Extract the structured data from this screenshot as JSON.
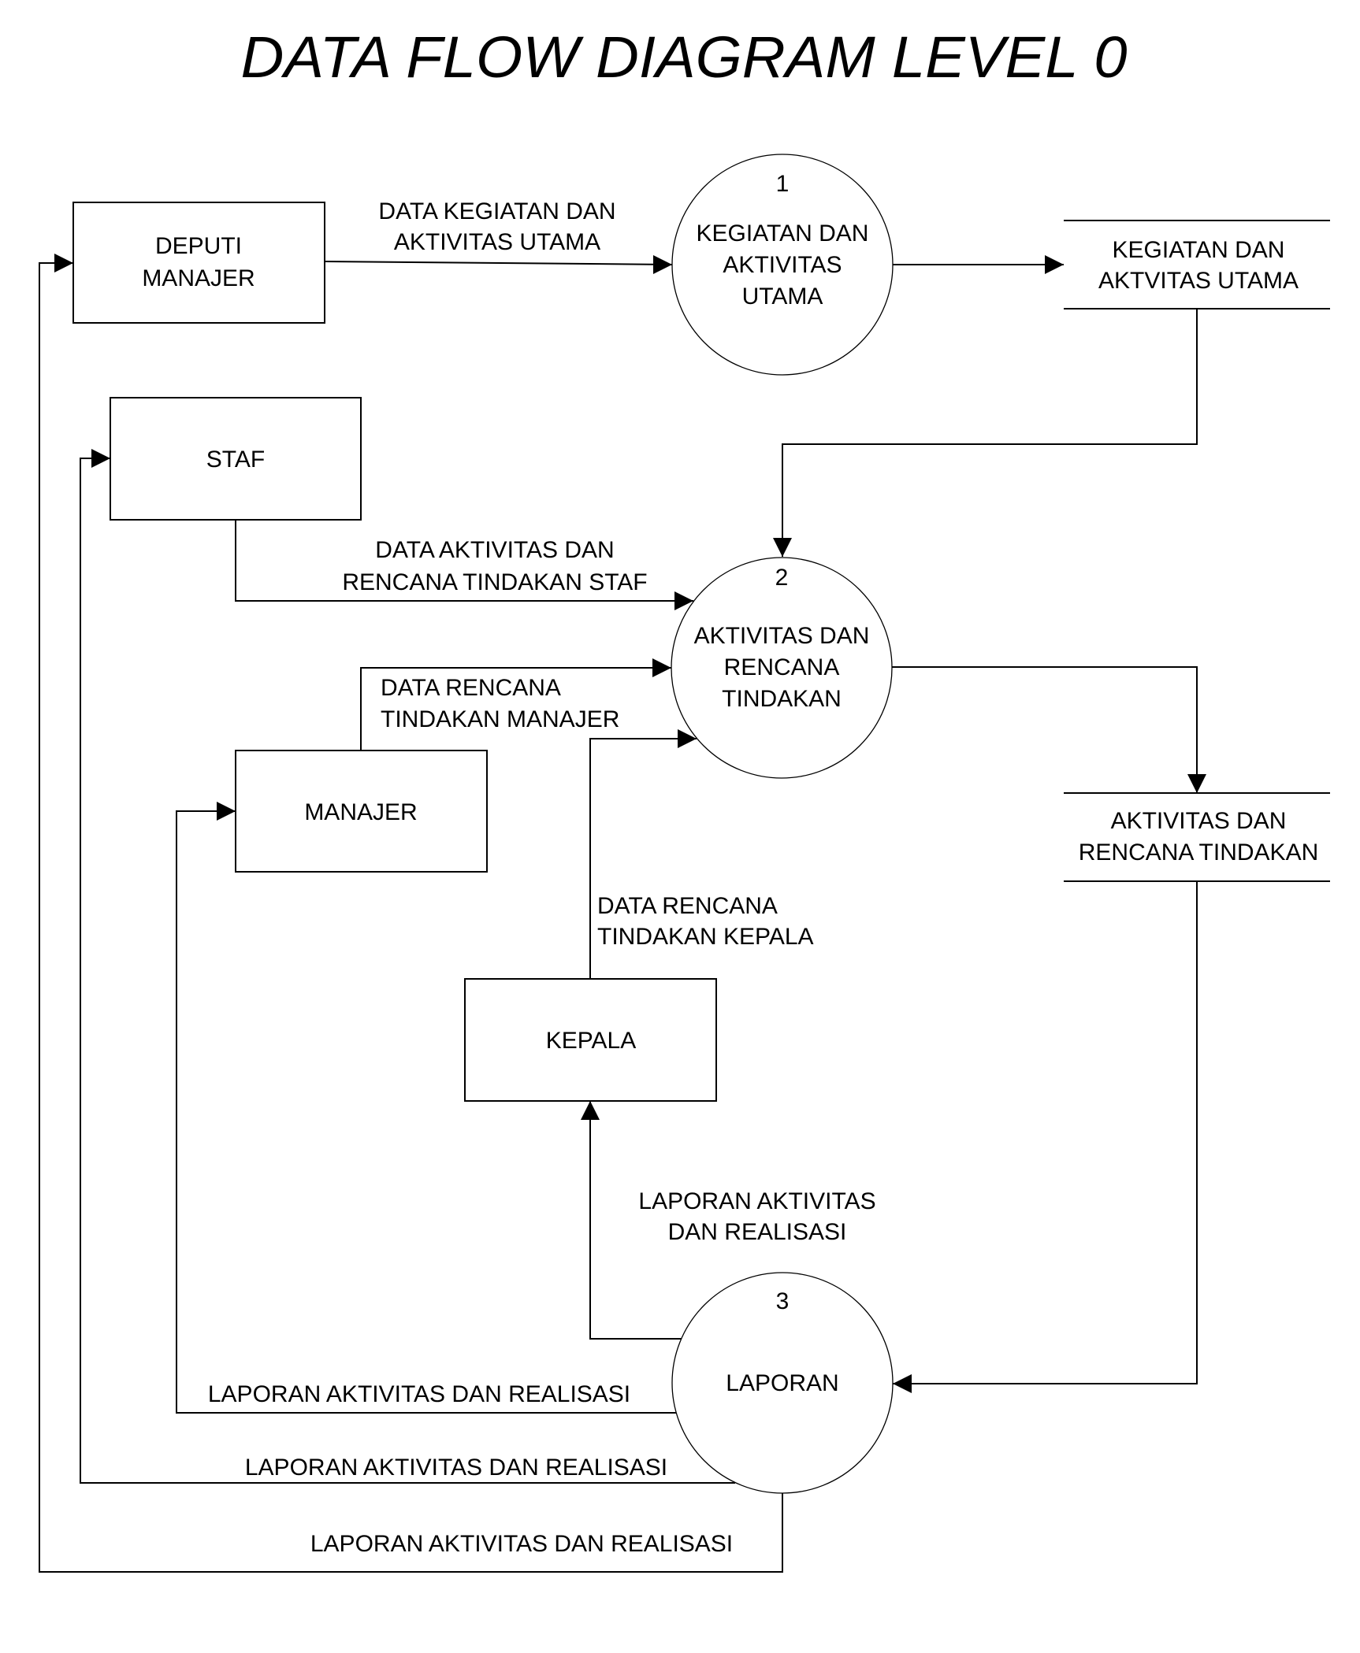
{
  "title": "DATA FLOW DIAGRAM LEVEL 0",
  "entities": {
    "deputi_manajer": [
      "DEPUTI",
      "MANAJER"
    ],
    "staf": [
      "STAF"
    ],
    "manajer": [
      "MANAJER"
    ],
    "kepala": [
      "KEPALA"
    ]
  },
  "processes": {
    "p1": {
      "number": "1",
      "lines": [
        "KEGIATAN DAN",
        "AKTIVITAS",
        "UTAMA"
      ]
    },
    "p2": {
      "number": "2",
      "lines": [
        "AKTIVITAS DAN",
        "RENCANA",
        "TINDAKAN"
      ]
    },
    "p3": {
      "number": "3",
      "lines": [
        "LAPORAN"
      ]
    }
  },
  "data_stores": {
    "ds1": [
      "KEGIATAN  DAN",
      "AKTVITAS UTAMA"
    ],
    "ds2": [
      "AKTIVITAS DAN",
      "RENCANA TINDAKAN"
    ]
  },
  "flows": {
    "deputi_to_p1": [
      "DATA KEGIATAN DAN",
      "AKTIVITAS  UTAMA"
    ],
    "staf_to_p2": [
      "DATA AKTIVITAS DAN",
      "RENCANA TINDAKAN STAF"
    ],
    "manajer_to_p2": [
      "DATA RENCANA",
      "TINDAKAN MANAJER"
    ],
    "kepala_to_p2": [
      "DATA RENCANA",
      "TINDAKAN KEPALA"
    ],
    "p3_to_kepala": [
      "LAPORAN AKTIVITAS",
      "DAN REALISASI"
    ],
    "p3_to_manajer": [
      "LAPORAN AKTIVITAS DAN REALISASI"
    ],
    "p3_to_staf": [
      "LAPORAN AKTIVITAS DAN REALISASI"
    ],
    "p3_to_deputi": [
      "LAPORAN AKTIVITAS DAN REALISASI"
    ]
  }
}
